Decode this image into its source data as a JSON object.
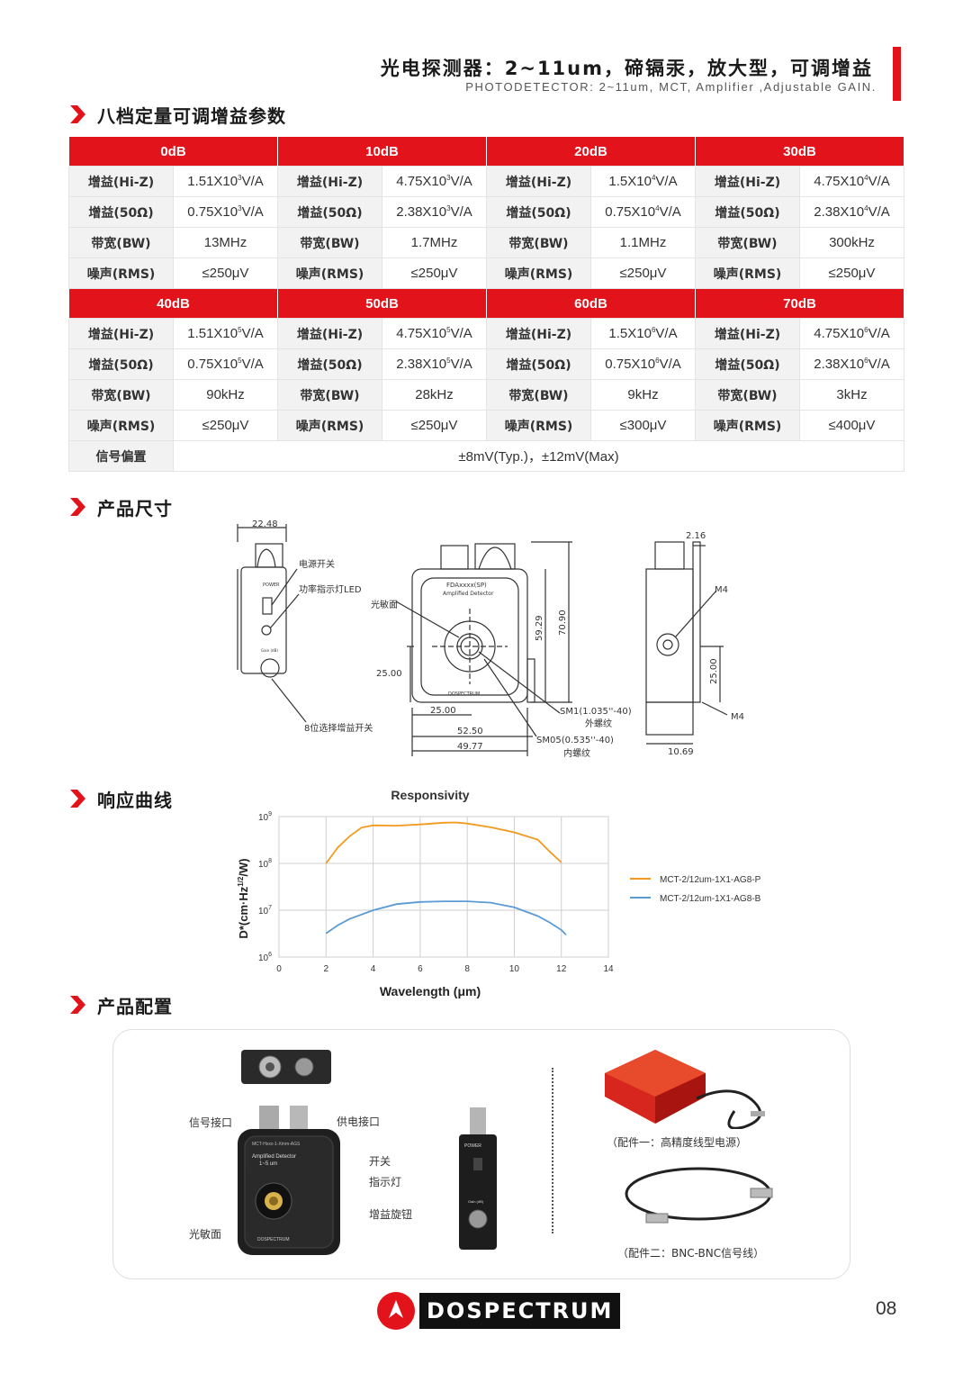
{
  "header": {
    "title": "光电探测器：2~11um，碲镉汞，放大型，可调增益",
    "subtitle": "PHOTODETECTOR: 2~11um, MCT, Amplifier ,Adjustable GAIN.",
    "accent_color": "#e3131b"
  },
  "sections": {
    "gain_params": "八档定量可调增益参数",
    "dimensions": "产品尺寸",
    "response": "响应曲线",
    "configuration": "产品配置"
  },
  "gain_table": {
    "row_labels": {
      "hiz": "增益(Hi-Z)",
      "ohm50": "增益(50Ω)",
      "bw": "带宽(BW)",
      "noise": "噪声(RMS)"
    },
    "blocks": [
      {
        "gains": [
          "0dB",
          "10dB",
          "20dB",
          "30dB"
        ],
        "hiz": [
          {
            "mant": "1.51X10",
            "exp": "3",
            "unit": "V/A"
          },
          {
            "mant": "4.75X10",
            "exp": "3",
            "unit": "V/A"
          },
          {
            "mant": "1.5X10",
            "exp": "4",
            "unit": "V/A"
          },
          {
            "mant": "4.75X10",
            "exp": "4",
            "unit": "V/A"
          }
        ],
        "ohm50": [
          {
            "mant": "0.75X10",
            "exp": "3",
            "unit": "V/A"
          },
          {
            "mant": "2.38X10",
            "exp": "3",
            "unit": "V/A"
          },
          {
            "mant": "0.75X10",
            "exp": "4",
            "unit": "V/A"
          },
          {
            "mant": "2.38X10",
            "exp": "4",
            "unit": "V/A"
          }
        ],
        "bw": [
          "13MHz",
          "1.7MHz",
          "1.1MHz",
          "300kHz"
        ],
        "noise": [
          "≤250μV",
          "≤250μV",
          "≤250μV",
          "≤250μV"
        ]
      },
      {
        "gains": [
          "40dB",
          "50dB",
          "60dB",
          "70dB"
        ],
        "hiz": [
          {
            "mant": "1.51X10",
            "exp": "5",
            "unit": "V/A"
          },
          {
            "mant": "4.75X10",
            "exp": "5",
            "unit": "V/A"
          },
          {
            "mant": "1.5X10",
            "exp": "6",
            "unit": "V/A"
          },
          {
            "mant": "4.75X10",
            "exp": "6",
            "unit": "V/A"
          }
        ],
        "ohm50": [
          {
            "mant": "0.75X10",
            "exp": "5",
            "unit": "V/A"
          },
          {
            "mant": "2.38X10",
            "exp": "5",
            "unit": "V/A"
          },
          {
            "mant": "0.75X10",
            "exp": "6",
            "unit": "V/A"
          },
          {
            "mant": "2.38X10",
            "exp": "6",
            "unit": "V/A"
          }
        ],
        "bw": [
          "90kHz",
          "28kHz",
          "9kHz",
          "3kHz"
        ],
        "noise": [
          "≤250μV",
          "≤250μV",
          "≤300μV",
          "≤400μV"
        ]
      }
    ],
    "bias_label": "信号偏置",
    "bias_value": "±8mV(Typ.)，±12mV(Max)"
  },
  "dimensions": {
    "width_side": "22.48",
    "power_switch": "电源开关",
    "led": "功率指示灯LED",
    "power_text": "POWER",
    "gain_text": "Gain (dB)",
    "gain_switch": "8位选择增益开关",
    "sensor": "光敏面",
    "model_text": "FDAxxxx(SP)",
    "amp_text": "Amplified Detector",
    "brand_small": "DOSPECTRUM",
    "d_2500_v": "25.00",
    "d_2500_h": "25.00",
    "d_5250": "52.50",
    "d_4977": "49.77",
    "d_5929": "59.29",
    "d_7090": "70.90",
    "sm1": "SM1(1.035''-40)",
    "sm1_cn": "外螺纹",
    "sm05": "SM05(0.535''-40)",
    "sm05_cn": "内螺纹",
    "d_216": "2.16",
    "m4_top": "M4",
    "m4_bottom": "M4",
    "d_2500_side": "25.00",
    "d_1069": "10.69"
  },
  "chart_data": {
    "type": "line",
    "title": "Responsivity",
    "xlabel": "Wavelength (μm)",
    "ylabel": "D*(cm·Hz1/2/W)",
    "xlim": [
      0,
      14
    ],
    "ylim_log10": [
      6,
      9
    ],
    "x_ticks": [
      "0",
      "2",
      "4",
      "6",
      "8",
      "10",
      "12",
      "14"
    ],
    "y_ticks": [
      {
        "base": "10",
        "exp": "9"
      },
      {
        "base": "10",
        "exp": "8"
      },
      {
        "base": "10",
        "exp": "7"
      },
      {
        "base": "10",
        "exp": "6"
      }
    ],
    "grid": true,
    "legend_position": "right",
    "series": [
      {
        "name": "MCT-2/12um-1X1-AG8-P",
        "color": "#f39a1e",
        "x": [
          2.0,
          2.5,
          3.0,
          3.5,
          4.0,
          5.0,
          6.0,
          7.0,
          7.5,
          8.0,
          9.0,
          10.0,
          11.0,
          11.5,
          12.0
        ],
        "y": [
          100000000.0,
          220000000.0,
          380000000.0,
          580000000.0,
          650000000.0,
          640000000.0,
          680000000.0,
          740000000.0,
          750000000.0,
          710000000.0,
          590000000.0,
          460000000.0,
          320000000.0,
          180000000.0,
          105000000.0
        ]
      },
      {
        "name": "MCT-2/12um-1X1-AG8-B",
        "color": "#5b9bd5",
        "x": [
          2.0,
          2.5,
          3.0,
          4.0,
          5.0,
          6.0,
          7.0,
          8.0,
          9.0,
          10.0,
          11.0,
          11.5,
          12.0,
          12.2
        ],
        "y": [
          3200000.0,
          4800000.0,
          6500000.0,
          10000000.0,
          13500000.0,
          15000000.0,
          15500000.0,
          15500000.0,
          14500000.0,
          11500000.0,
          7500000.0,
          5500000.0,
          3800000.0,
          3000000.0
        ]
      }
    ]
  },
  "configuration": {
    "signal_port": "信号接口",
    "power_port": "供电接口",
    "switch": "开关",
    "indicator": "指示灯",
    "gain_knob": "增益旋钮",
    "sensor": "光敏面",
    "device_label": "Amplified Detector",
    "device_range": "1~5 um",
    "device_model": "MCT-Hxxx-1-Xmm-AGS",
    "device_brand": "DOSPECTRUM",
    "side_power": "POWER",
    "side_gain": "Gain (dB)",
    "accessory1": "（配件一：高精度线型电源）",
    "accessory2": "（配件二：BNC-BNC信号线）"
  },
  "footer": {
    "brand": "DOSPECTRUM",
    "page": "08"
  }
}
